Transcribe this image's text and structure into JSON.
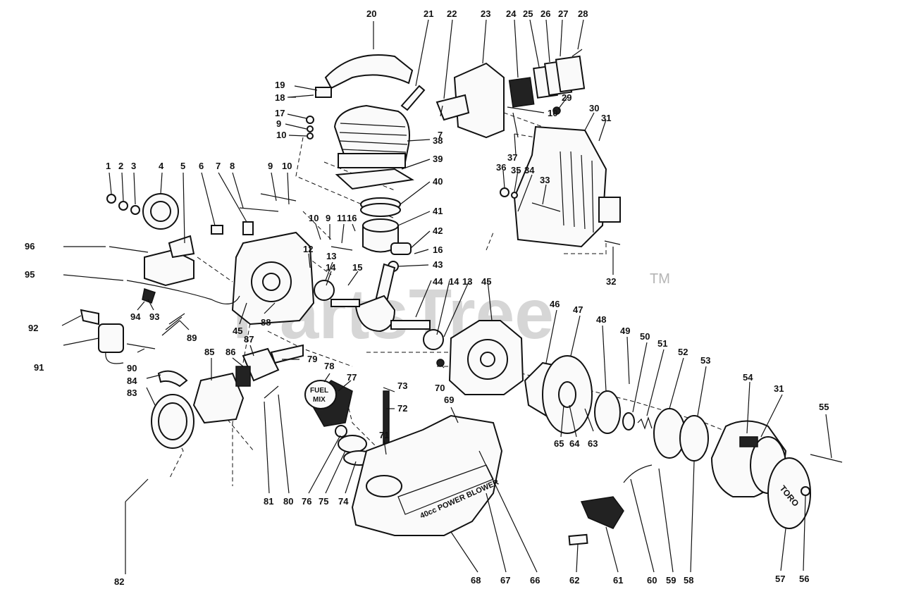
{
  "diagram": {
    "watermark": "PartsTree",
    "trademark": "TM",
    "labels": {
      "fuel_mix": [
        "FUEL",
        "MIX"
      ],
      "tank": "40cc POWER BLOWER",
      "cover": "TORO"
    },
    "callouts": [
      {
        "id": "c1",
        "text": "1"
      },
      {
        "id": "c2",
        "text": "2"
      },
      {
        "id": "c3",
        "text": "3"
      },
      {
        "id": "c4",
        "text": "4"
      },
      {
        "id": "c5",
        "text": "5"
      },
      {
        "id": "c6",
        "text": "6"
      },
      {
        "id": "c7a",
        "text": "7"
      },
      {
        "id": "c7b",
        "text": "7"
      },
      {
        "id": "c8",
        "text": "8"
      },
      {
        "id": "c9a",
        "text": "9"
      },
      {
        "id": "c9b",
        "text": "9"
      },
      {
        "id": "c9c",
        "text": "9"
      },
      {
        "id": "c10a",
        "text": "10"
      },
      {
        "id": "c10b",
        "text": "10"
      },
      {
        "id": "c10c",
        "text": "10"
      },
      {
        "id": "c10d",
        "text": "10"
      },
      {
        "id": "c11",
        "text": "11"
      },
      {
        "id": "c12",
        "text": "12"
      },
      {
        "id": "c13a",
        "text": "13"
      },
      {
        "id": "c13b",
        "text": "13"
      },
      {
        "id": "c14a",
        "text": "14"
      },
      {
        "id": "c14b",
        "text": "14"
      },
      {
        "id": "c15",
        "text": "15"
      },
      {
        "id": "c16a",
        "text": "16"
      },
      {
        "id": "c16b",
        "text": "16"
      },
      {
        "id": "c17",
        "text": "17"
      },
      {
        "id": "c18",
        "text": "18"
      },
      {
        "id": "c19",
        "text": "19"
      },
      {
        "id": "c20",
        "text": "20"
      },
      {
        "id": "c21",
        "text": "21"
      },
      {
        "id": "c22",
        "text": "22"
      },
      {
        "id": "c23",
        "text": "23"
      },
      {
        "id": "c24",
        "text": "24"
      },
      {
        "id": "c25",
        "text": "25"
      },
      {
        "id": "c26",
        "text": "26"
      },
      {
        "id": "c27",
        "text": "27"
      },
      {
        "id": "c28",
        "text": "28"
      },
      {
        "id": "c29",
        "text": "29"
      },
      {
        "id": "c30",
        "text": "30"
      },
      {
        "id": "c31a",
        "text": "31"
      },
      {
        "id": "c31b",
        "text": "31"
      },
      {
        "id": "c32",
        "text": "32"
      },
      {
        "id": "c33",
        "text": "33"
      },
      {
        "id": "c34",
        "text": "34"
      },
      {
        "id": "c35",
        "text": "35"
      },
      {
        "id": "c36",
        "text": "36"
      },
      {
        "id": "c37",
        "text": "37"
      },
      {
        "id": "c38",
        "text": "38"
      },
      {
        "id": "c39",
        "text": "39"
      },
      {
        "id": "c40",
        "text": "40"
      },
      {
        "id": "c41",
        "text": "41"
      },
      {
        "id": "c42",
        "text": "42"
      },
      {
        "id": "c43",
        "text": "43"
      },
      {
        "id": "c44",
        "text": "44"
      },
      {
        "id": "c45a",
        "text": "45"
      },
      {
        "id": "c45b",
        "text": "45"
      },
      {
        "id": "c46",
        "text": "46"
      },
      {
        "id": "c47",
        "text": "47"
      },
      {
        "id": "c48",
        "text": "48"
      },
      {
        "id": "c49",
        "text": "49"
      },
      {
        "id": "c50",
        "text": "50"
      },
      {
        "id": "c51",
        "text": "51"
      },
      {
        "id": "c52",
        "text": "52"
      },
      {
        "id": "c53",
        "text": "53"
      },
      {
        "id": "c54",
        "text": "54"
      },
      {
        "id": "c55",
        "text": "55"
      },
      {
        "id": "c56",
        "text": "56"
      },
      {
        "id": "c57",
        "text": "57"
      },
      {
        "id": "c58",
        "text": "58"
      },
      {
        "id": "c59",
        "text": "59"
      },
      {
        "id": "c60",
        "text": "60"
      },
      {
        "id": "c61",
        "text": "61"
      },
      {
        "id": "c62",
        "text": "62"
      },
      {
        "id": "c63",
        "text": "63"
      },
      {
        "id": "c64",
        "text": "64"
      },
      {
        "id": "c65",
        "text": "65"
      },
      {
        "id": "c66",
        "text": "66"
      },
      {
        "id": "c67",
        "text": "67"
      },
      {
        "id": "c68",
        "text": "68"
      },
      {
        "id": "c69",
        "text": "69"
      },
      {
        "id": "c70",
        "text": "70"
      },
      {
        "id": "c71",
        "text": "71"
      },
      {
        "id": "c72",
        "text": "72"
      },
      {
        "id": "c73",
        "text": "73"
      },
      {
        "id": "c74",
        "text": "74"
      },
      {
        "id": "c75",
        "text": "75"
      },
      {
        "id": "c76",
        "text": "76"
      },
      {
        "id": "c77",
        "text": "77"
      },
      {
        "id": "c78",
        "text": "78"
      },
      {
        "id": "c79",
        "text": "79"
      },
      {
        "id": "c80",
        "text": "80"
      },
      {
        "id": "c81",
        "text": "81"
      },
      {
        "id": "c82",
        "text": "82"
      },
      {
        "id": "c83",
        "text": "83"
      },
      {
        "id": "c84",
        "text": "84"
      },
      {
        "id": "c85",
        "text": "85"
      },
      {
        "id": "c86",
        "text": "86"
      },
      {
        "id": "c87",
        "text": "87"
      },
      {
        "id": "c88",
        "text": "88"
      },
      {
        "id": "c89",
        "text": "89"
      },
      {
        "id": "c90",
        "text": "90"
      },
      {
        "id": "c91",
        "text": "91"
      },
      {
        "id": "c92",
        "text": "92"
      },
      {
        "id": "c93",
        "text": "93"
      },
      {
        "id": "c94",
        "text": "94"
      },
      {
        "id": "c95",
        "text": "95"
      },
      {
        "id": "c96",
        "text": "96"
      }
    ]
  }
}
